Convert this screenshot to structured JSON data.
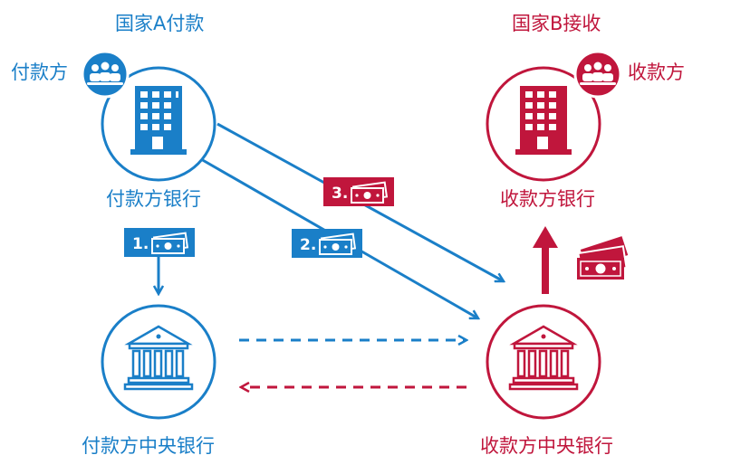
{
  "headers": {
    "country_a": "国家A付款",
    "country_b": "国家B接收"
  },
  "nodes": {
    "payer": "付款方",
    "payee": "收款方",
    "payer_bank": "付款方银行",
    "payee_bank": "收款方银行",
    "payer_central_bank": "付款方中央银行",
    "payee_central_bank": "收款方中央银行"
  },
  "steps": {
    "step1": "1.",
    "step2": "2.",
    "step3": "3."
  },
  "colors": {
    "country_a": "#1a7fc8",
    "country_b": "#c0163c"
  }
}
